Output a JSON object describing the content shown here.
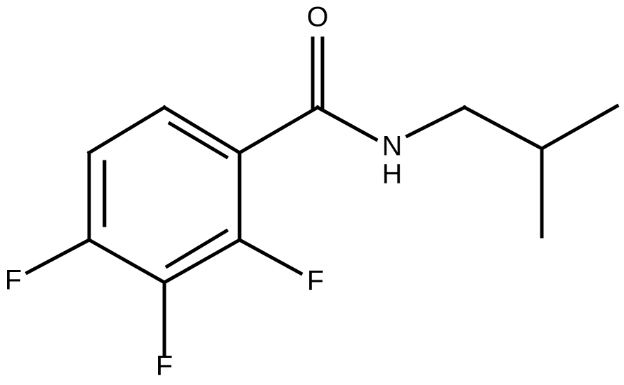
{
  "molecule": {
    "atoms": {
      "O": "O",
      "N": "N",
      "NH_H": "H",
      "F2": "F",
      "F3": "F",
      "F4": "F"
    },
    "colors": {
      "bond": "#000000",
      "label": "#000000",
      "background": "#ffffff"
    }
  }
}
